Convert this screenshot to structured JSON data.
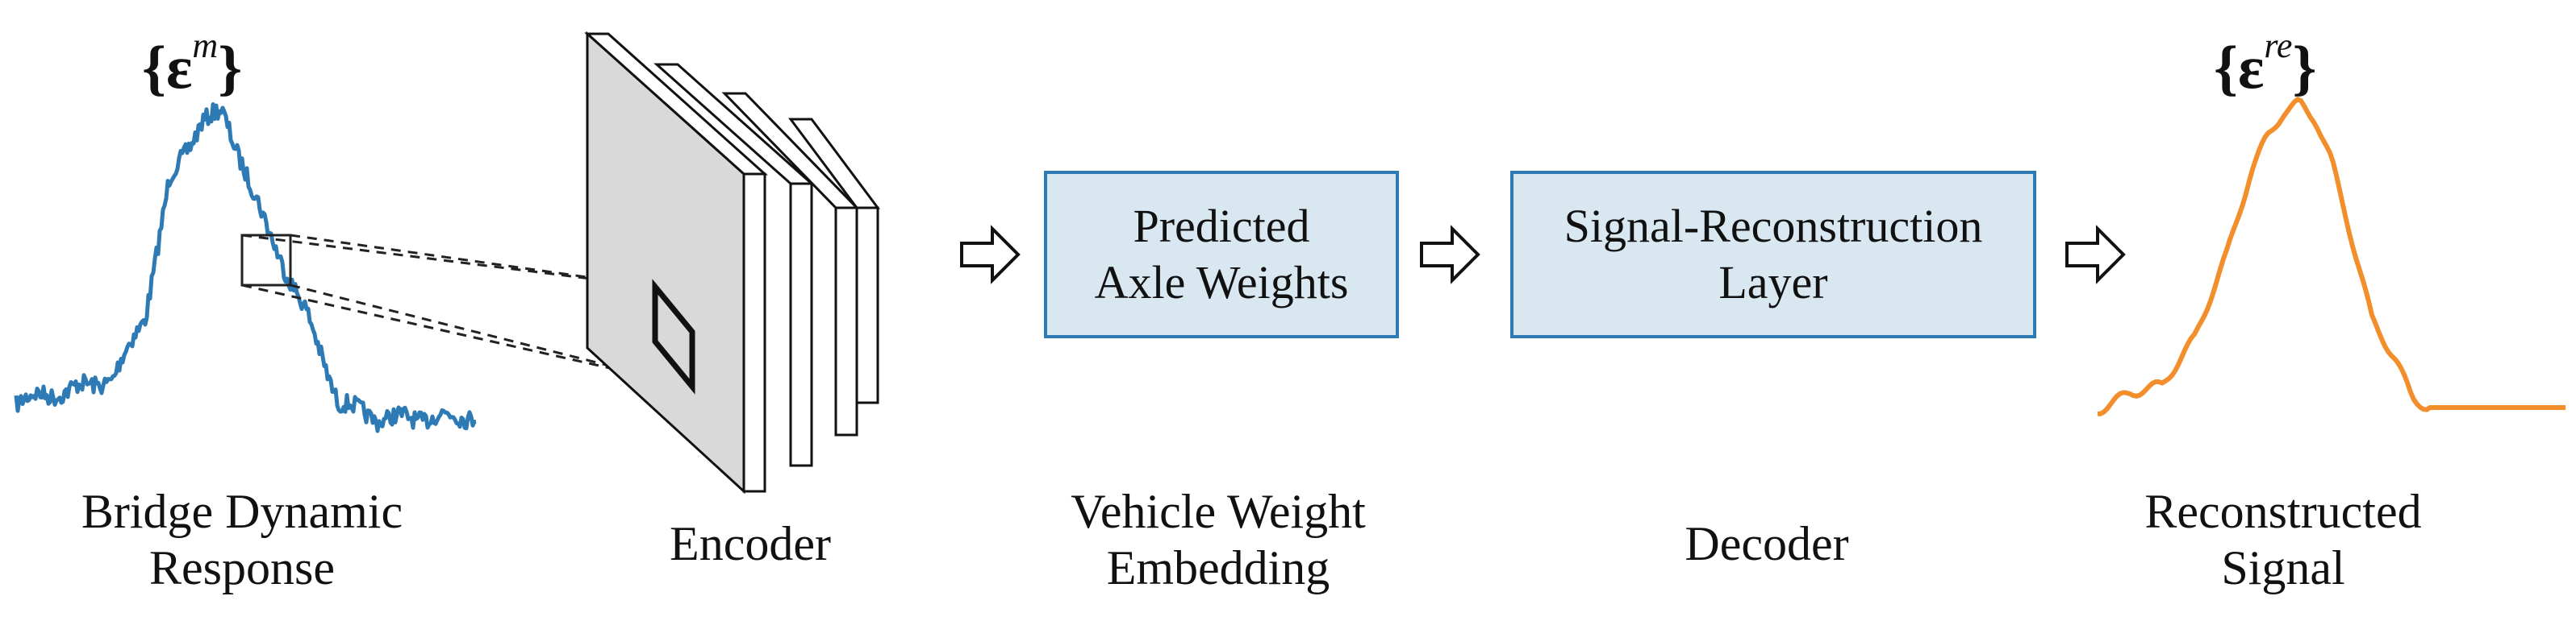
{
  "input": {
    "symbol_base": "{ε",
    "symbol_sup": "m",
    "symbol_close": "}",
    "caption_line1": "Bridge Dynamic",
    "caption_line2": "Response",
    "color": "#2e7ab5"
  },
  "encoder": {
    "caption": "Encoder"
  },
  "embedding": {
    "box_line1": "Predicted",
    "box_line2": "Axle Weights",
    "caption_line1": "Vehicle Weight",
    "caption_line2": "Embedding"
  },
  "decoder": {
    "box_line1": "Signal-Reconstruction",
    "box_line2": "Layer",
    "caption": "Decoder"
  },
  "output": {
    "symbol_base": "{ε",
    "symbol_sup": "re",
    "symbol_close": "}",
    "caption_line1": "Reconstructed",
    "caption_line2": "Signal",
    "color": "#f28e2b"
  },
  "colors": {
    "box_fill": "#d9e7f1",
    "box_border": "#2e7ab5",
    "layer_fill": "#d9d9d9"
  }
}
